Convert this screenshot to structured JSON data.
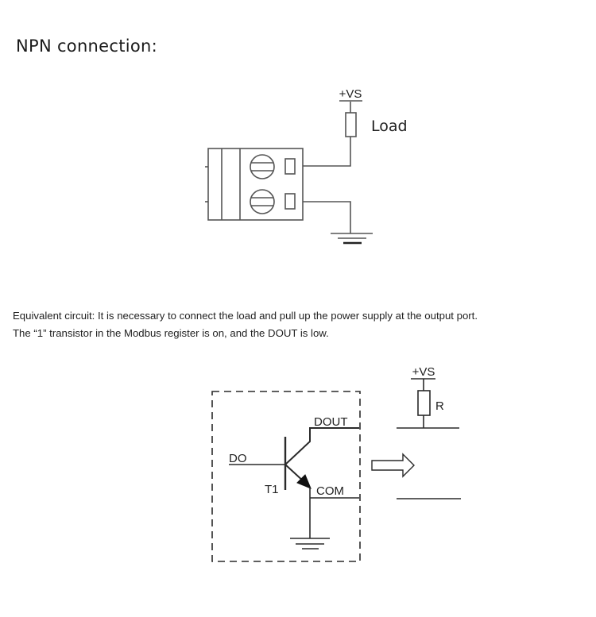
{
  "heading": "NPN connection:",
  "diagram1": {
    "supply_label": "+VS",
    "load_label": "Load"
  },
  "description": {
    "line1": "Equivalent circuit: It is necessary to connect the load and pull up the power supply at the output port.",
    "line2": "The “1” transistor in the Modbus register is on, and the DOUT is low."
  },
  "diagram2": {
    "input_label": "DO",
    "transistor_label": "T1",
    "output_label": "DOUT",
    "common_label": "COM",
    "supply_label": "+VS",
    "resistor_label": "R"
  },
  "colors": {
    "line": "#3a3a3a",
    "text": "#222222"
  }
}
